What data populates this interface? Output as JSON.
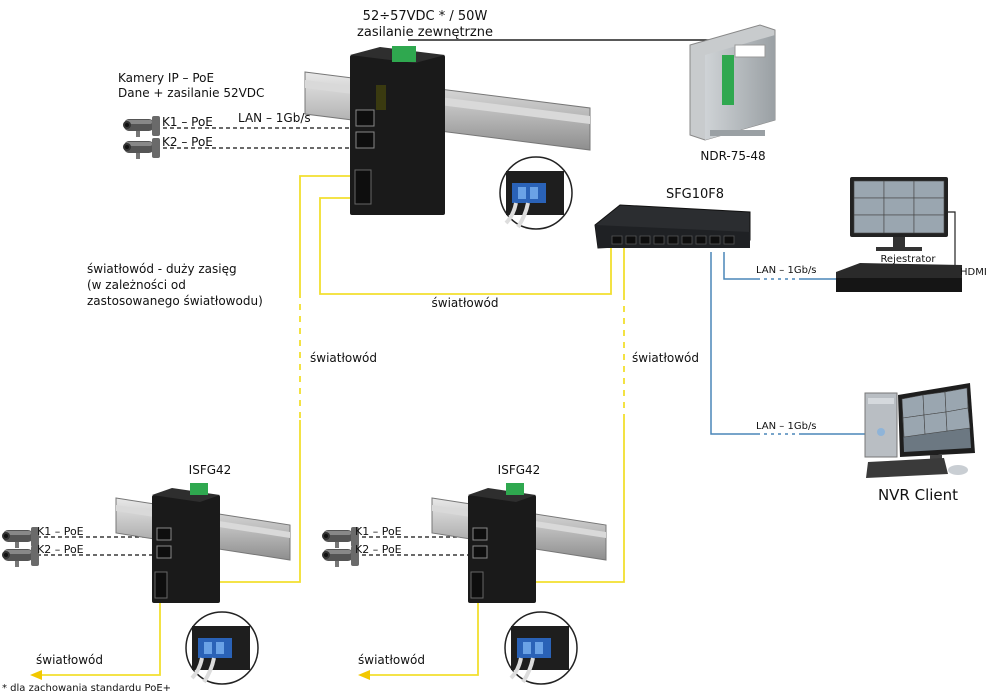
{
  "power": {
    "line1": "52÷57VDC * / 50W",
    "line2": "zasilanie zewnętrzne"
  },
  "psu": {
    "model": "NDR-75-48"
  },
  "cameras_note": {
    "line1": "Kamery IP – PoE",
    "line2": "Dane + zasilanie 52VDC"
  },
  "lan_top": "LAN – 1Gb/s",
  "cam_labels": {
    "k1": "K1 – PoE",
    "k2": "K2 – PoE"
  },
  "switch": {
    "model": "SFG10F8"
  },
  "recorder": {
    "label": "Rejestrator",
    "hdmi": "HDMI",
    "lan": "LAN – 1Gb/s"
  },
  "nvr": {
    "label": "NVR Client",
    "lan": "LAN – 1Gb/s"
  },
  "fiber_note": {
    "line1": "światłowód - duży zasięg",
    "line2": "(w zależności od",
    "line3": "zastosowanego światłowodu)"
  },
  "fiber_label": "światłowód",
  "left_switch": {
    "model": "ISFG42"
  },
  "right_switch": {
    "model": "ISFG42"
  },
  "footnote": "* dla zachowania standardu PoE+",
  "colors": {
    "fiber": "#f2df2f",
    "fiber_arrow": "#f2c800",
    "lan": "#4a86b8",
    "green": "#2fa84f"
  }
}
